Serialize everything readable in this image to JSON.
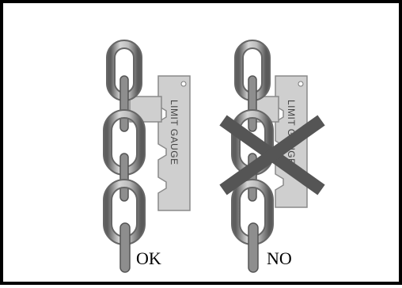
{
  "panels": [
    {
      "id": "ok",
      "verdict_label": "OK",
      "gauge_text": "LIMIT GAUGE",
      "crossed_out": false
    },
    {
      "id": "no",
      "verdict_label": "NO",
      "gauge_text": "LIMIT GAUGE",
      "crossed_out": true
    }
  ],
  "colors": {
    "border": "#000000",
    "chain_dark": "#6a6a6a",
    "chain_light": "#c8c8c8",
    "gauge_fill": "#cfcfcf",
    "cross": "#555555"
  }
}
